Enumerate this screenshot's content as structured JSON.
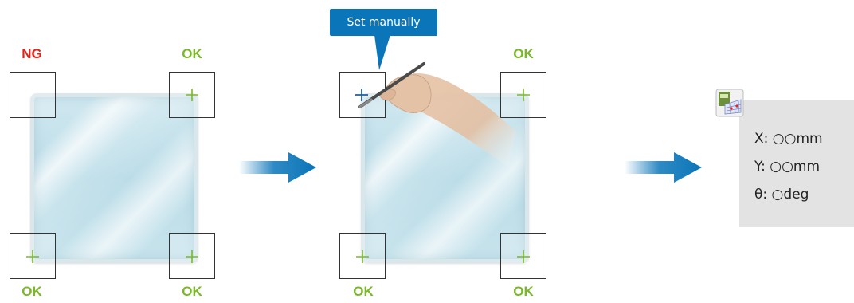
{
  "callout": {
    "text": "Set manually"
  },
  "left_panel": {
    "labels": {
      "top_left": "NG",
      "top_right": "OK",
      "bottom_left": "OK",
      "bottom_right": "OK"
    }
  },
  "middle_panel": {
    "labels": {
      "top_right": "OK",
      "bottom_left": "OK",
      "bottom_right": "OK"
    }
  },
  "result": {
    "lines": [
      "X: ○○mm",
      "Y: ○○mm",
      "θ: ○deg"
    ]
  },
  "colors": {
    "ok": "#7ab82a",
    "ng": "#e2231a",
    "accent_blue": "#0a75b8",
    "glass": "#c5e2ec",
    "result_bg": "#e3e3e3"
  }
}
